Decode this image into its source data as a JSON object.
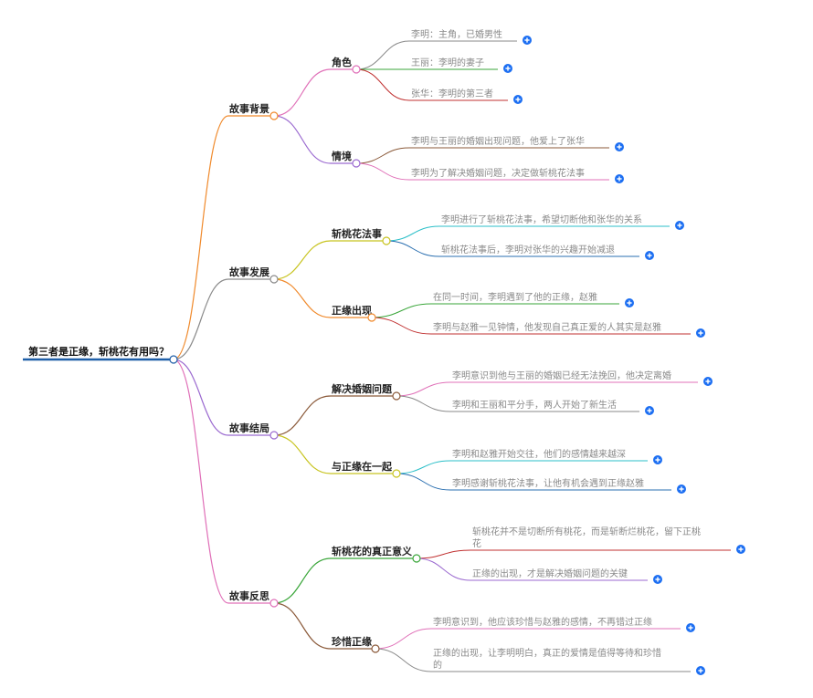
{
  "root": {
    "label": "第三者是正缘，斩桃花有用吗？",
    "color": "#1f5fa8"
  },
  "branches": [
    {
      "label": "故事背景",
      "color": "#f08a2c",
      "children": [
        {
          "label": "角色",
          "color": "#e070b8",
          "leaves": [
            {
              "lines": [
                "李明：主角，已婚男性"
              ],
              "color": "#8a8a8a"
            },
            {
              "lines": [
                "王丽：李明的妻子"
              ],
              "color": "#3aa63a"
            },
            {
              "lines": [
                "张华：李明的第三者"
              ],
              "color": "#c03030"
            }
          ]
        },
        {
          "label": "情境",
          "color": "#9b6ad0",
          "leaves": [
            {
              "lines": [
                "李明与王丽的婚姻出现问题，他爱上了张华"
              ],
              "color": "#8b5a3a"
            },
            {
              "lines": [
                "李明为了解决婚姻问题，决定做斩桃花法事"
              ],
              "color": "#e070b8"
            }
          ]
        }
      ]
    },
    {
      "label": "故事发展",
      "color": "#8a8a8a",
      "children": [
        {
          "label": "斩桃花法事",
          "color": "#c8c420",
          "leaves": [
            {
              "lines": [
                "李明进行了斩桃花法事，希望切断他和张华的关系"
              ],
              "color": "#2bbfc8"
            },
            {
              "lines": [
                "斩桃花法事后，李明对张华的兴趣开始减退"
              ],
              "color": "#2a6fb0"
            }
          ]
        },
        {
          "label": "正缘出现",
          "color": "#f08a2c",
          "leaves": [
            {
              "lines": [
                "在同一时间，李明遇到了他的正缘，赵雅"
              ],
              "color": "#3aa63a"
            },
            {
              "lines": [
                "李明与赵雅一见钟情，他发现自己真正爱的人其实是赵雅"
              ],
              "color": "#c03030"
            }
          ]
        }
      ]
    },
    {
      "label": "故事结局",
      "color": "#9b6ad0",
      "children": [
        {
          "label": "解决婚姻问题",
          "color": "#8b5a3a",
          "leaves": [
            {
              "lines": [
                "李明意识到他与王丽的婚姻已经无法挽回，他决定离婚"
              ],
              "color": "#e070b8"
            },
            {
              "lines": [
                "李明和王丽和平分手，两人开始了新生活"
              ],
              "color": "#8a8a8a"
            }
          ]
        },
        {
          "label": "与正缘在一起",
          "color": "#c8c420",
          "leaves": [
            {
              "lines": [
                "李明和赵雅开始交往，他们的感情越来越深"
              ],
              "color": "#2bbfc8"
            },
            {
              "lines": [
                "李明感谢斩桃花法事，让他有机会遇到正缘赵雅"
              ],
              "color": "#2a6fb0"
            }
          ]
        }
      ]
    },
    {
      "label": "故事反思",
      "color": "#e070b8",
      "children": [
        {
          "label": "斩桃花的真正意义",
          "color": "#3aa63a",
          "leaves": [
            {
              "lines": [
                "斩桃花并不是切断所有桃花，而是斩断烂桃花，留下正桃",
                "花"
              ],
              "color": "#c03030"
            },
            {
              "lines": [
                "正缘的出现，才是解决婚姻问题的关键"
              ],
              "color": "#9b6ad0"
            }
          ]
        },
        {
          "label": "珍惜正缘",
          "color": "#8b5a3a",
          "leaves": [
            {
              "lines": [
                "李明意识到，他应该珍惜与赵雅的感情，不再错过正缘"
              ],
              "color": "#e070b8"
            },
            {
              "lines": [
                "正缘的出现，让李明明白，真正的爱情是值得等待和珍惜",
                "的"
              ],
              "color": "#8a8a8a"
            }
          ]
        }
      ]
    }
  ]
}
